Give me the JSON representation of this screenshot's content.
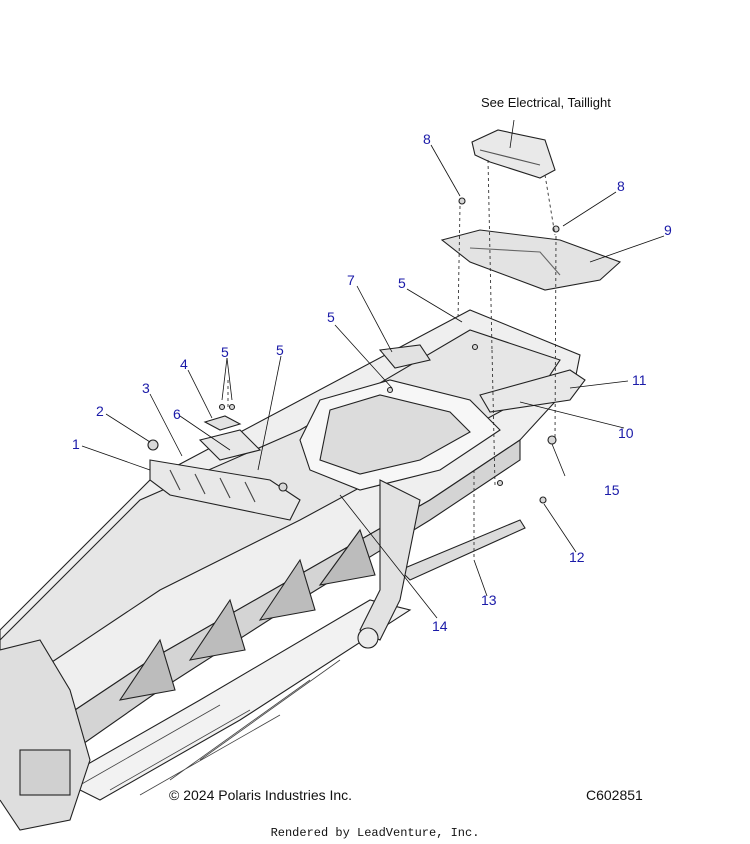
{
  "note": "See Electrical, Taillight",
  "callouts": [
    "1",
    "2",
    "3",
    "4",
    "5",
    "5",
    "5",
    "5",
    "6",
    "7",
    "8",
    "8",
    "9",
    "10",
    "11",
    "12",
    "13",
    "14",
    "15"
  ],
  "copyright": "© 2024 Polaris Industries Inc.",
  "part_code": "C602851",
  "rendered_by": "Rendered by LeadVenture, Inc.",
  "colors": {
    "callout": "#1a1aa8",
    "line": "#222222",
    "part_fill": "#e4e4e4",
    "part_shade": "#b9b9b9"
  }
}
